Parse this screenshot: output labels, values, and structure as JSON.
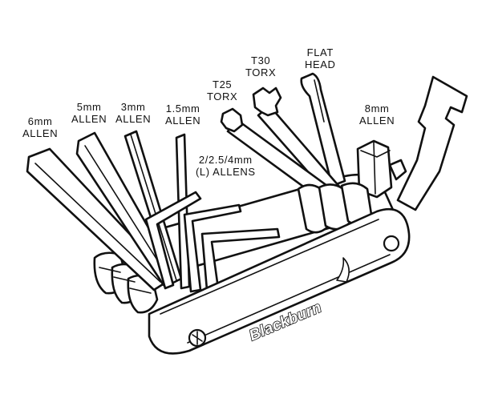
{
  "labels": {
    "allen_6mm": [
      "6mm",
      "ALLEN"
    ],
    "allen_5mm": [
      "5mm",
      "ALLEN"
    ],
    "allen_3mm": [
      "3mm",
      "ALLEN"
    ],
    "allen_1_5mm": [
      "1.5mm",
      "ALLEN"
    ],
    "l_allens": [
      "2/2.5/4mm",
      "(L) ALLENS"
    ],
    "torx_t25": [
      "T25",
      "TORX"
    ],
    "torx_t30": [
      "T30",
      "TORX"
    ],
    "flat_head": [
      "FLAT",
      "HEAD"
    ],
    "allen_8mm": [
      "8mm",
      "ALLEN"
    ]
  },
  "brand": "Blackburn",
  "colors": {
    "ink": "#111111",
    "paper": "#ffffff"
  }
}
